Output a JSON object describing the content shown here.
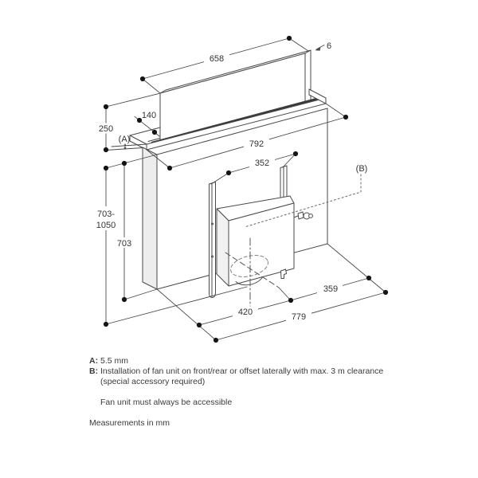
{
  "diagram": {
    "dims": {
      "d658": "658",
      "d6": "6",
      "d140": "140",
      "d250": "250",
      "a": "(A)",
      "d792": "792",
      "d352": "352",
      "b": "(B)",
      "range1": "703-",
      "range2": "1050",
      "d703": "703",
      "d359": "359",
      "d420": "420",
      "d779": "779"
    },
    "notes": {
      "a_label": "A:",
      "a_value": "5.5 mm",
      "b_label": "B:",
      "b_value": "Installation of fan unit on front/rear or offset laterally with max. 3 m clearance",
      "b_value2": "(special accessory required)",
      "fan_note": "Fan unit must always be accessible",
      "units_note": "Measurements in mm"
    },
    "colors": {
      "line": "#4a4a4a",
      "text": "#333333",
      "dot": "#151515",
      "slot_band": "#3a3a3a"
    }
  }
}
